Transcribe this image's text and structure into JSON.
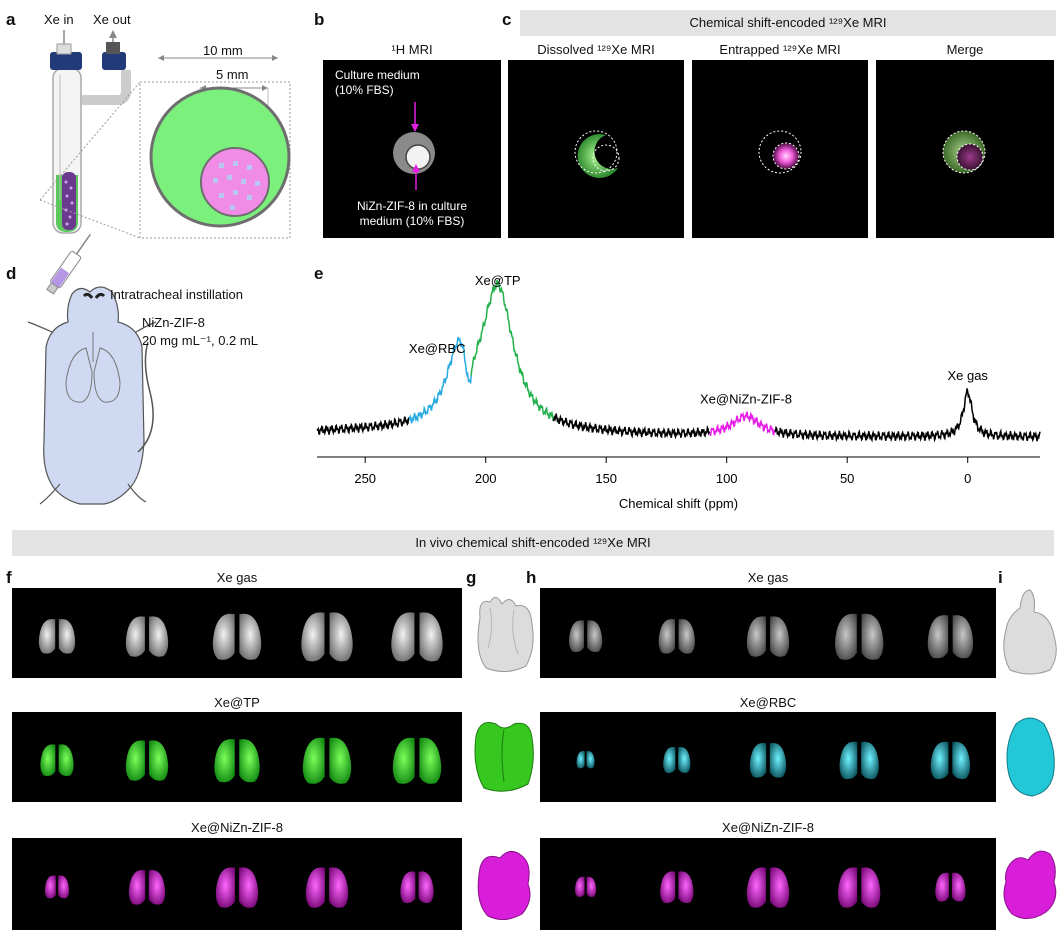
{
  "panels": {
    "a": {
      "label": "a",
      "xe_in": "Xe in",
      "xe_out": "Xe out",
      "dim_outer": "10 mm",
      "dim_inner": "5 mm"
    },
    "b": {
      "label": "b",
      "title": "¹H MRI",
      "annot1": [
        "Culture medium",
        "(10% FBS)"
      ],
      "annot2": [
        "NiZn-ZIF-8 in culture",
        "medium (10% FBS)"
      ]
    },
    "c": {
      "label": "c",
      "banner": "Chemical shift-encoded ¹²⁹Xe MRI",
      "titles": [
        "Dissolved ¹²⁹Xe MRI",
        "Entrapped ¹²⁹Xe MRI",
        "Merge"
      ]
    },
    "d": {
      "label": "d",
      "step": "Intratracheal instillation",
      "material": "NiZn-ZIF-8",
      "dose": "20 mg mL⁻¹, 0.2 mL"
    },
    "e": {
      "label": "e"
    },
    "f": {
      "label": "f",
      "rows": [
        "Xe gas",
        "Xe@TP",
        "Xe@NiZn-ZIF-8"
      ]
    },
    "g": {
      "label": "g"
    },
    "h": {
      "label": "h",
      "rows": [
        "Xe gas",
        "Xe@RBC",
        "Xe@NiZn-ZIF-8"
      ]
    },
    "i": {
      "label": "i"
    },
    "banner_invivo": "In vivo chemical shift-encoded ¹²⁹Xe MRI",
    "colors": {
      "tp": "#22b14c",
      "rbc": "#29abe2",
      "zif": "#e61ee6",
      "gas": "#000000",
      "medium": "#7cf07c",
      "zif_fill": "#f08ce6"
    }
  },
  "chart_data": {
    "type": "line",
    "xlabel": "Chemical shift (ppm)",
    "xlim": [
      270,
      -30
    ],
    "xticks": [
      250,
      200,
      150,
      100,
      50,
      0
    ],
    "peaks": [
      {
        "name": "Xe@RBC",
        "x": 211,
        "height": 0.5,
        "color": "#29abe2"
      },
      {
        "name": "Xe@TP",
        "x": 195,
        "height": 1.0,
        "color": "#22b14c"
      },
      {
        "name": "Xe@NiZn-ZIF-8",
        "x": 92,
        "height": 0.14,
        "color": "#e61ee6"
      },
      {
        "name": "Xe gas",
        "x": 0,
        "height": 0.32,
        "color": "#000000"
      }
    ]
  }
}
